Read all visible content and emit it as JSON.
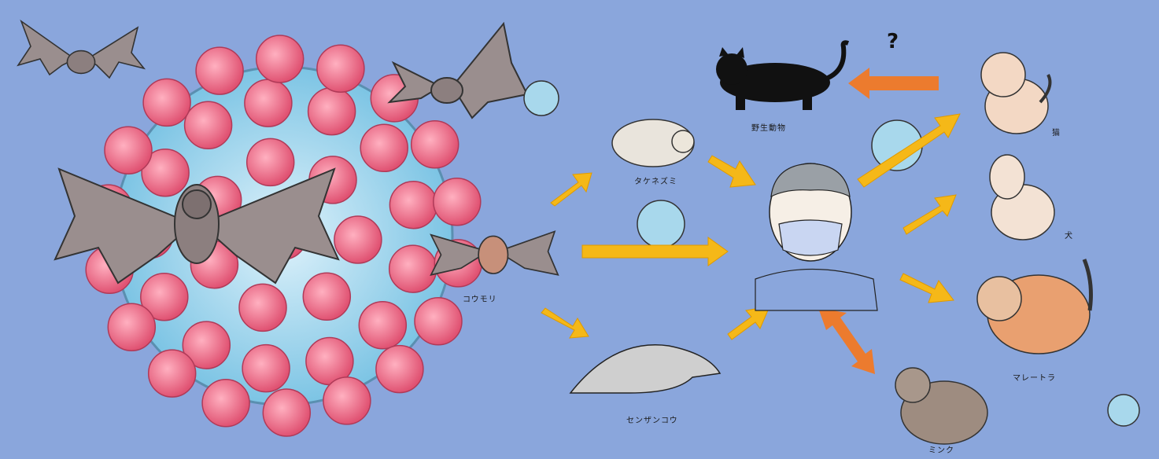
{
  "labels": {
    "bat": "コウモリ",
    "bamboo_rat": "タケネズミ",
    "pangolin": "センザンコウ",
    "wild_animal": "野生動物",
    "cat": "猫",
    "dog": "犬",
    "tiger": "マレートラ",
    "mink": "ミンク",
    "question": "?"
  },
  "colors": {
    "background": "#8aa6dc",
    "yellow_arrow": "#f5b818",
    "orange_arrow": "#ec7b2e",
    "virus_body": "#a8d8ec",
    "virus_spike": "#e8667f"
  },
  "icons": [
    "virus-icon",
    "bat-icon",
    "bamboo-rat-icon",
    "pangolin-icon",
    "person-icon",
    "black-cat-icon",
    "cat-icon",
    "dog-icon",
    "tiger-icon",
    "mink-icon"
  ]
}
